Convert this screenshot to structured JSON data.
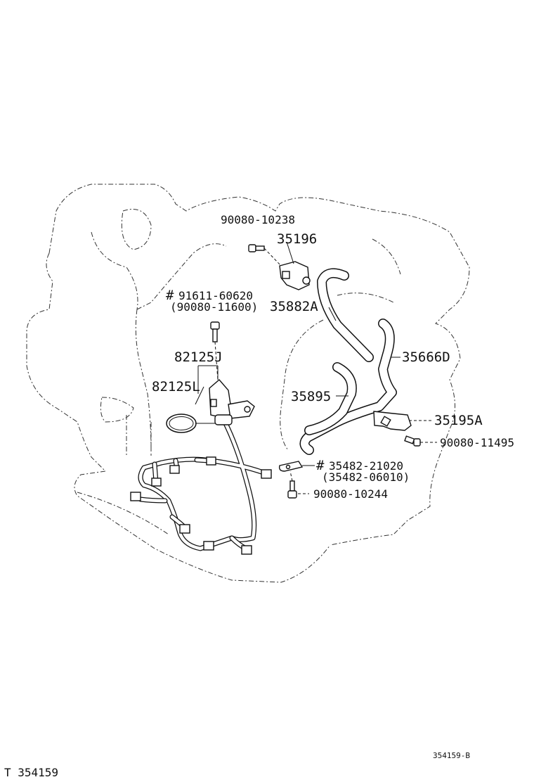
{
  "parts": {
    "bolt_top": "90080-10238",
    "bracket_top": "35196",
    "hose_upper": "35882A",
    "bolt_sensor_new": "91611-60620",
    "bolt_sensor_old": "(90080-11600)",
    "mark": "#",
    "sensor_assy": "82125J",
    "oring": "82125L",
    "hose_long": "35666D",
    "hose_lower": "35895",
    "bracket_right": "35195A",
    "bolt_right": "90080-11495",
    "clamp_new": "35482-21020",
    "clamp_old": "(35482-06010)",
    "bolt_clamp": "90080-10244"
  },
  "footer": {
    "code_right": "354159-B",
    "code_left": "T  354159"
  }
}
